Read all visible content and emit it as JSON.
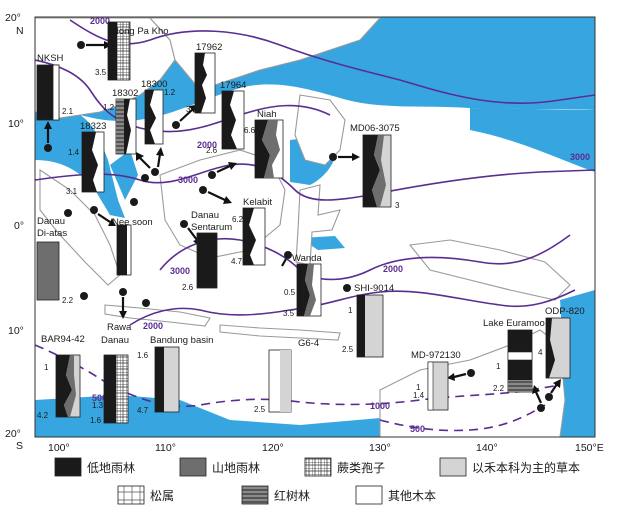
{
  "axes": {
    "lat_ticks": [
      "20°",
      "10°",
      "0°",
      "10°",
      "20°"
    ],
    "lat_north_label": "N",
    "lat_south_label": "S",
    "lon_ticks": [
      "100°",
      "110°",
      "120°",
      "130°",
      "140°",
      "150°E"
    ]
  },
  "contours": {
    "label_2000": "2000",
    "label_3000": "3000",
    "label_1000": "1000",
    "label_500": "500"
  },
  "sites": [
    {
      "name": "Nong Pa Kho",
      "values": [
        "3.5"
      ]
    },
    {
      "name": "NKSH",
      "values": [
        "2.1"
      ]
    },
    {
      "name": "17962",
      "values": [
        "3"
      ]
    },
    {
      "name": "18300",
      "values": [
        "1.2"
      ]
    },
    {
      "name": "18302",
      "values": [
        "1.2"
      ]
    },
    {
      "name": "17964",
      "values": [
        "2.6"
      ]
    },
    {
      "name": "18323",
      "values": [
        "1.4",
        "3.1"
      ]
    },
    {
      "name": "Niah",
      "values": [
        "6.6"
      ]
    },
    {
      "name": "MD06-3075",
      "values": [
        "3"
      ]
    },
    {
      "name": "Nee soon",
      "values": []
    },
    {
      "name": "Danau Di-atas",
      "values": [
        "2.2"
      ]
    },
    {
      "name": "Kelabit",
      "values": [
        "6.2",
        "4.7"
      ]
    },
    {
      "name": "Danau Sentarum",
      "values": [
        "2.6"
      ]
    },
    {
      "name": "Wanda",
      "values": [
        "0.5",
        "3.5"
      ]
    },
    {
      "name": "SHI-9014",
      "values": [
        "1",
        "2.5"
      ]
    },
    {
      "name": "BAR94-42",
      "values": [
        "1",
        "4.2"
      ]
    },
    {
      "name": "Rawa Danau",
      "values": [
        "1.3",
        "1.6"
      ]
    },
    {
      "name": "Bandung basin",
      "values": [
        "1.6",
        "4.7"
      ]
    },
    {
      "name": "G6-4",
      "values": [
        "2.5"
      ]
    },
    {
      "name": "MD-972130",
      "values": [
        "1",
        "1.4"
      ]
    },
    {
      "name": "Lake Euramoo",
      "values": [
        "1",
        "2.2"
      ]
    },
    {
      "name": "ODP-820",
      "values": [
        "4"
      ]
    }
  ],
  "legend": {
    "lowland_rainforest": "低地雨林",
    "montane_rainforest": "山地雨林",
    "fern_spores": "蕨类孢子",
    "grass_herbs": "以禾本科为主的草本",
    "pines": "松属",
    "mangrove": "红树林",
    "other_woody": "其他木本"
  },
  "colors": {
    "sea": "#37a6e0",
    "contour": "#5a2d91",
    "lowland": "#1a1a1a",
    "montane": "#6e6e6e",
    "grass": "#d4d4d4"
  }
}
